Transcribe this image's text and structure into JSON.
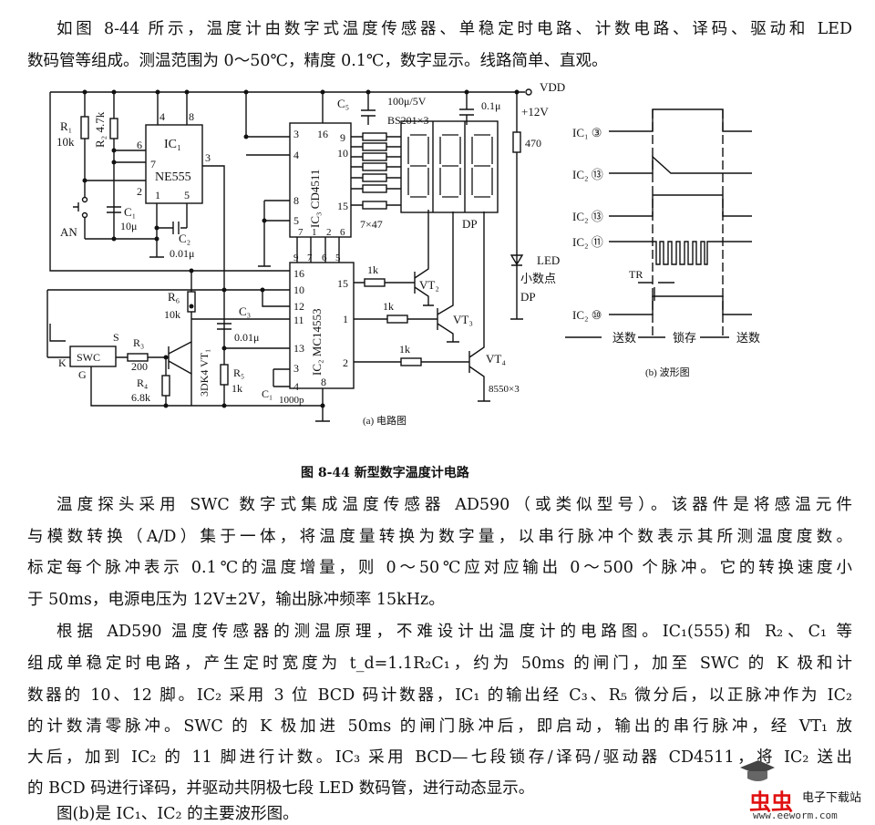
{
  "intro": {
    "lines": [
      "如图 8-44 所示，温度计由数字式温度传感器、单稳定时电路、计数电路、译码、驱动和 LED",
      "数码管等组成。测温范围为 0～50℃，精度 0.1℃，数字显示。线路简单、直观。"
    ]
  },
  "figure": {
    "circuit": {
      "vdd": "VDD",
      "supply": "+12V",
      "r1": "R₁",
      "r1_val": "10k",
      "r2": "R₂ 4.7k",
      "ic1": "IC₁",
      "ic1_type": "NE555",
      "ic1_pins": [
        "4",
        "8",
        "6",
        "7",
        "2",
        "1",
        "5",
        "3"
      ],
      "c1": "C₁",
      "c1_val": "10μ",
      "an": "AN",
      "c2": "C₂",
      "c2_val": "0.01μ",
      "c5": "C₅",
      "c5_val": "100μ/5V",
      "c6_val": "0.1μ",
      "display": "BS201×3",
      "ic3": "IC₃ CD4511",
      "ic3_pins": [
        "3",
        "16",
        "9",
        "10",
        "15",
        "4",
        "8",
        "5",
        "7",
        "1",
        "2",
        "6"
      ],
      "res_array": "7×47",
      "dp": "DP",
      "r470": "470",
      "led": "LED",
      "led_dp1": "小数点",
      "led_dp2": "DP",
      "ic2": "IC₂ MC14553",
      "ic2_pins": [
        "9",
        "7",
        "6",
        "5",
        "16",
        "10",
        "12",
        "11",
        "13",
        "3",
        "4",
        "15",
        "1",
        "2",
        "8"
      ],
      "r_1k": "1k",
      "vt2": "VT₂",
      "vt3": "VT₃",
      "vt4": "VT₄",
      "vt_part": "8550×3",
      "r6": "R₆",
      "r6_val": "10k",
      "c3": "C₃",
      "c3_val": "0.01μ",
      "swc": "SWC",
      "swc_s": "S",
      "swc_k": "K",
      "swc_g": "G",
      "r3": "R₃",
      "r3_val": "200",
      "r4": "R₄",
      "r4_val": "6.8k",
      "vt1": "3DK4 VT₁",
      "r5": "R₅",
      "r5_val": "1k",
      "c1b": "C₁",
      "c1b_val": "1000p",
      "caption": "(a) 电路图"
    },
    "waveform": {
      "rows": [
        "IC₁ ③",
        "IC₂ ⑬",
        "IC₂ ⑬",
        "IC₂ ⑪",
        "IC₂ ⑩"
      ],
      "tr": "TR",
      "phases": [
        "送数",
        "锁存",
        "送数"
      ],
      "caption": "(b) 波形图"
    },
    "caption": "图 8-44   新型数字温度计电路"
  },
  "para2": {
    "lines": [
      "温度探头采用 SWC 数字式集成温度传感器 AD590（或类似型号）。该器件是将感温元件",
      "与模数转换（A/D）集于一体，将温度量转换为数字量，以串行脉冲个数表示其所测温度度数。",
      "标定每个脉冲表示 0.1℃的温度增量，则 0～50℃应对应输出 0～500 个脉冲。它的转换速度小",
      "于 50ms，电源电压为 12V±2V，输出脉冲频率 15kHz。"
    ]
  },
  "para3": {
    "lines": [
      "根据 AD590 温度传感器的测温原理，不难设计出温度计的电路图。IC₁(555)和 R₂、C₁ 等",
      "组成单稳定时电路，产生定时宽度为 t_d=1.1R₂C₁，约为 50ms 的闸门，加至 SWC 的 K 极和计",
      "数器的 10、12 脚。IC₂ 采用 3 位 BCD 码计数器，IC₁ 的输出经 C₃、R₅ 微分后，以正脉冲作为 IC₂",
      "的计数清零脉冲。SWC 的 K 极加进 50ms 的闸门脉冲后，即启动，输出的串行脉冲，经 VT₁ 放",
      "大后，加到 IC₂ 的 11 脚进行计数。IC₃ 采用 BCD—七段锁存/译码/驱动器 CD4511，将 IC₂ 送出",
      "的 BCD 码进行译码，并驱动共阴极七段 LED 数码管，进行动态显示。"
    ]
  },
  "para4": {
    "lines": [
      "图(b)是 IC₁、IC₂ 的主要波形图。"
    ]
  },
  "watermark": {
    "brand": "虫虫",
    "name": "电子下载站",
    "url": "www.eeworm.com",
    "color": "#e01010"
  }
}
